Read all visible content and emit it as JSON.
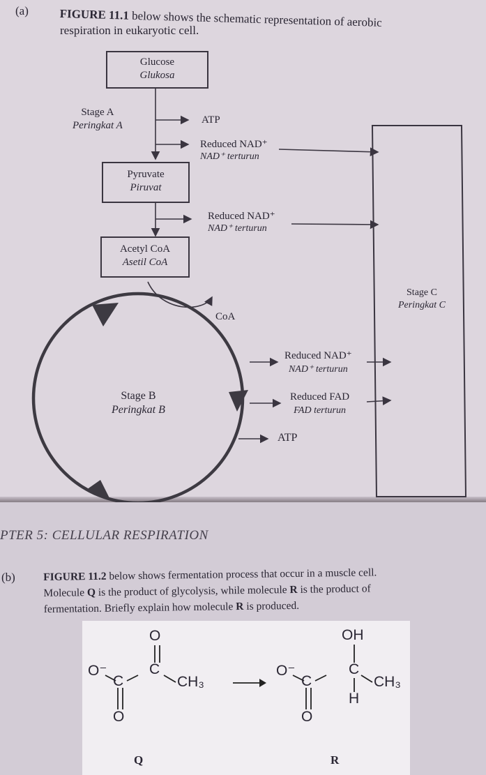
{
  "part_a": {
    "label": "(a)",
    "figure_ref": "FIGURE 11.1",
    "intro_line1": "below shows the schematic representation of aerobic",
    "intro_line2": "respiration in eukaryotic cell."
  },
  "diagram": {
    "glucose": {
      "en": "Glucose",
      "ms": "Glukosa"
    },
    "stage_a": {
      "en": "Stage A",
      "ms": "Peringkat A"
    },
    "atp": "ATP",
    "reduced_nad_1": {
      "en": "Reduced NAD⁺",
      "ms": "NAD⁺ terturun"
    },
    "pyruvate": {
      "en": "Pyruvate",
      "ms": "Piruvat"
    },
    "reduced_nad_2": {
      "en": "Reduced NAD⁺",
      "ms": "NAD⁺ terturun"
    },
    "acetyl_coa": {
      "en": "Acetyl CoA",
      "ms": "Asetil CoA"
    },
    "coa": "CoA",
    "stage_b": {
      "en": "Stage B",
      "ms": "Peringkat B"
    },
    "reduced_nad_3": {
      "en": "Reduced NAD⁺",
      "ms": "NAD⁺ terturun"
    },
    "reduced_fad": {
      "en": "Reduced FAD",
      "ms": "FAD terturun"
    },
    "atp_b": "ATP",
    "stage_c": {
      "en": "Stage C",
      "ms": "Peringkat C"
    }
  },
  "chapter_header": "PTER 5: CELLULAR RESPIRATION",
  "part_b": {
    "label": "(b)",
    "figure_ref": "FIGURE 11.2",
    "line1": "below shows fermentation process that occur in a muscle cell.",
    "line2_pre": "Molecule ",
    "q": "Q",
    "line2_mid": " is the product of glycolysis, while molecule ",
    "r": "R",
    "line2_post": " is the product of",
    "line3_pre": "fermentation. Briefly explain how molecule ",
    "line3_r": "R",
    "line3_post": " is produced."
  },
  "chem": {
    "o_minus": "O⁻",
    "c": "C",
    "o": "O",
    "ch3": "CH₃",
    "oh": "OH",
    "h": "H",
    "label_q": "Q",
    "label_r": "R"
  }
}
